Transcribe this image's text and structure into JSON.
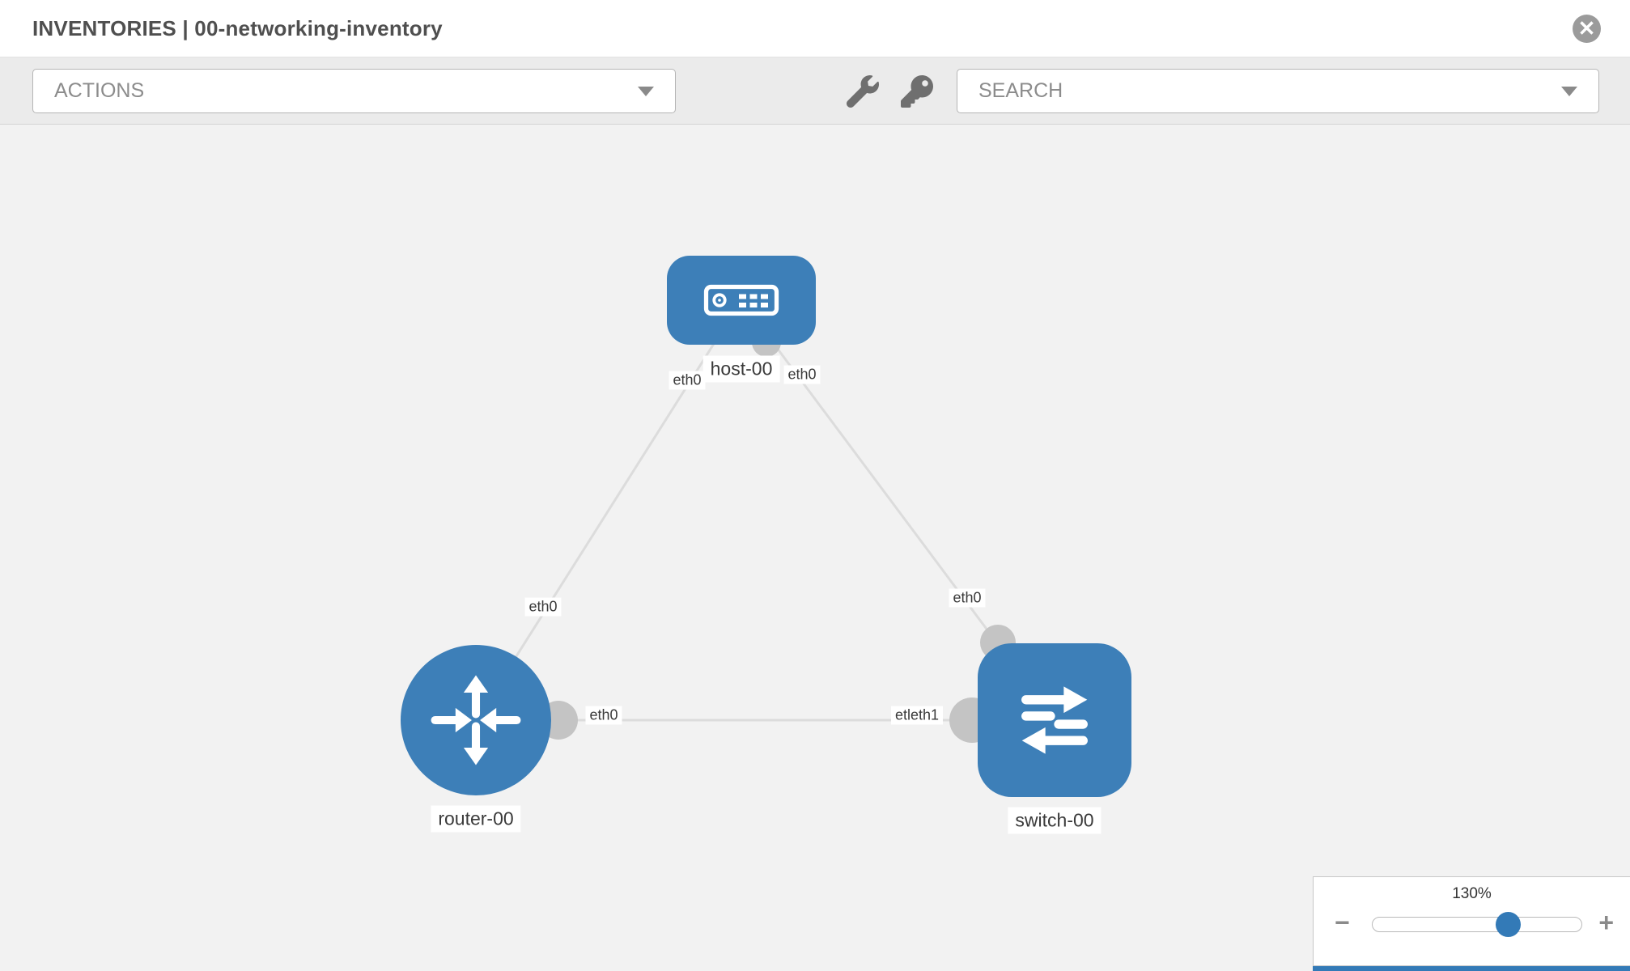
{
  "header": {
    "title": "INVENTORIES | 00-networking-inventory"
  },
  "toolbar": {
    "actions_label": "ACTIONS",
    "search_label": "SEARCH",
    "icons": [
      "wrench-icon",
      "key-icon",
      "chevron-down-icon"
    ]
  },
  "canvas": {
    "nodes": [
      {
        "id": "host-00",
        "label": "host-00",
        "type": "host",
        "icon": "host-icon"
      },
      {
        "id": "router-00",
        "label": "router-00",
        "type": "router",
        "icon": "router-icon"
      },
      {
        "id": "switch-00",
        "label": "switch-00",
        "type": "switch",
        "icon": "switch-icon"
      }
    ],
    "links": [
      {
        "from": "host-00",
        "to": "router-00"
      },
      {
        "from": "host-00",
        "to": "switch-00"
      },
      {
        "from": "router-00",
        "to": "switch-00"
      }
    ],
    "interfaces": [
      {
        "id": "host-left",
        "label": "eth0"
      },
      {
        "id": "host-right",
        "label": "eth0"
      },
      {
        "id": "router-top",
        "label": "eth0"
      },
      {
        "id": "router-right",
        "label": "eth0"
      },
      {
        "id": "switch-top",
        "label": "eth0"
      },
      {
        "id": "switch-left",
        "label": "etleth1"
      }
    ]
  },
  "zoom": {
    "percent": "130%",
    "minus": "−",
    "plus": "+"
  },
  "colors": {
    "node_blue": "#3d7fb8",
    "accent_blue": "#337ab7",
    "canvas_bg": "#f2f2f2",
    "toolbar_bg": "#ebebeb",
    "link_gray": "#dcdcdc"
  }
}
